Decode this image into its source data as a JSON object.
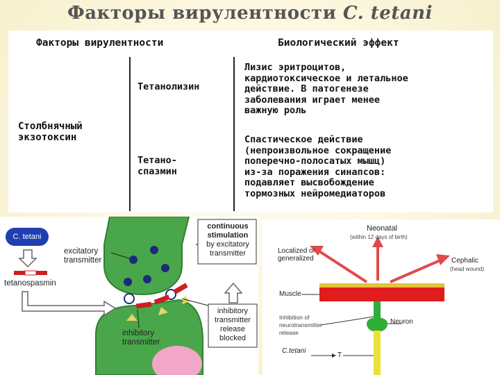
{
  "title": {
    "main": "Факторы вирулентности",
    "species": "C. tetani"
  },
  "table": {
    "headers": {
      "factors": "Факторы вирулентности",
      "effect": "Биологический эффект"
    },
    "group_label": [
      "Столбнячный",
      "экзотоксин"
    ],
    "rows": [
      {
        "factor": [
          "Тетанолизин"
        ],
        "effect": [
          "Лизис эритроцитов,",
          "кардиотоксическое и летальное",
          "действие. В патогенезе",
          "заболевания играет менее",
          "важную роль"
        ]
      },
      {
        "factor": [
          "Тетано-",
          "спазмин"
        ],
        "effect": [
          "Спастическое действие",
          "(непроизвольное сокращение",
          "поперечно-полосатых мышц)",
          "из-за поражения синапсов:",
          "подавляет высвобождение",
          "тормозных нейромедиаторов"
        ]
      }
    ]
  },
  "figure_left": {
    "badge": "C. tetani",
    "excitatory": [
      "excitatory",
      "transmitter"
    ],
    "tetanospasmin": "tetanospasmin",
    "inhibitory": [
      "inhibitory",
      "transmitter"
    ],
    "continuous": [
      "continuous",
      "stimulation",
      "by excitatory",
      "transmitter"
    ],
    "blocked": [
      "inhibitory",
      "transmitter",
      "release",
      "blocked"
    ]
  },
  "figure_right": {
    "neonatal": "Neonatal",
    "neonatal_note": "(within 12 days of birth)",
    "localized": [
      "Localized or",
      "generalized"
    ],
    "cephalic": "Cephalic",
    "cephalic_note": "(head wound)",
    "muscle": "Muscle",
    "inhibition": [
      "Inhibition of",
      "neurotransmitter",
      "release"
    ],
    "neuron": "Neuron",
    "ctetani": "C.tetani",
    "t_mark": "T"
  },
  "colors": {
    "badge_blue": "#1f3fb0",
    "synapse_green": "#3c9e3c",
    "transmitter_navy": "#1c2a7a",
    "toxin_red": "#cc1f1f"
  }
}
